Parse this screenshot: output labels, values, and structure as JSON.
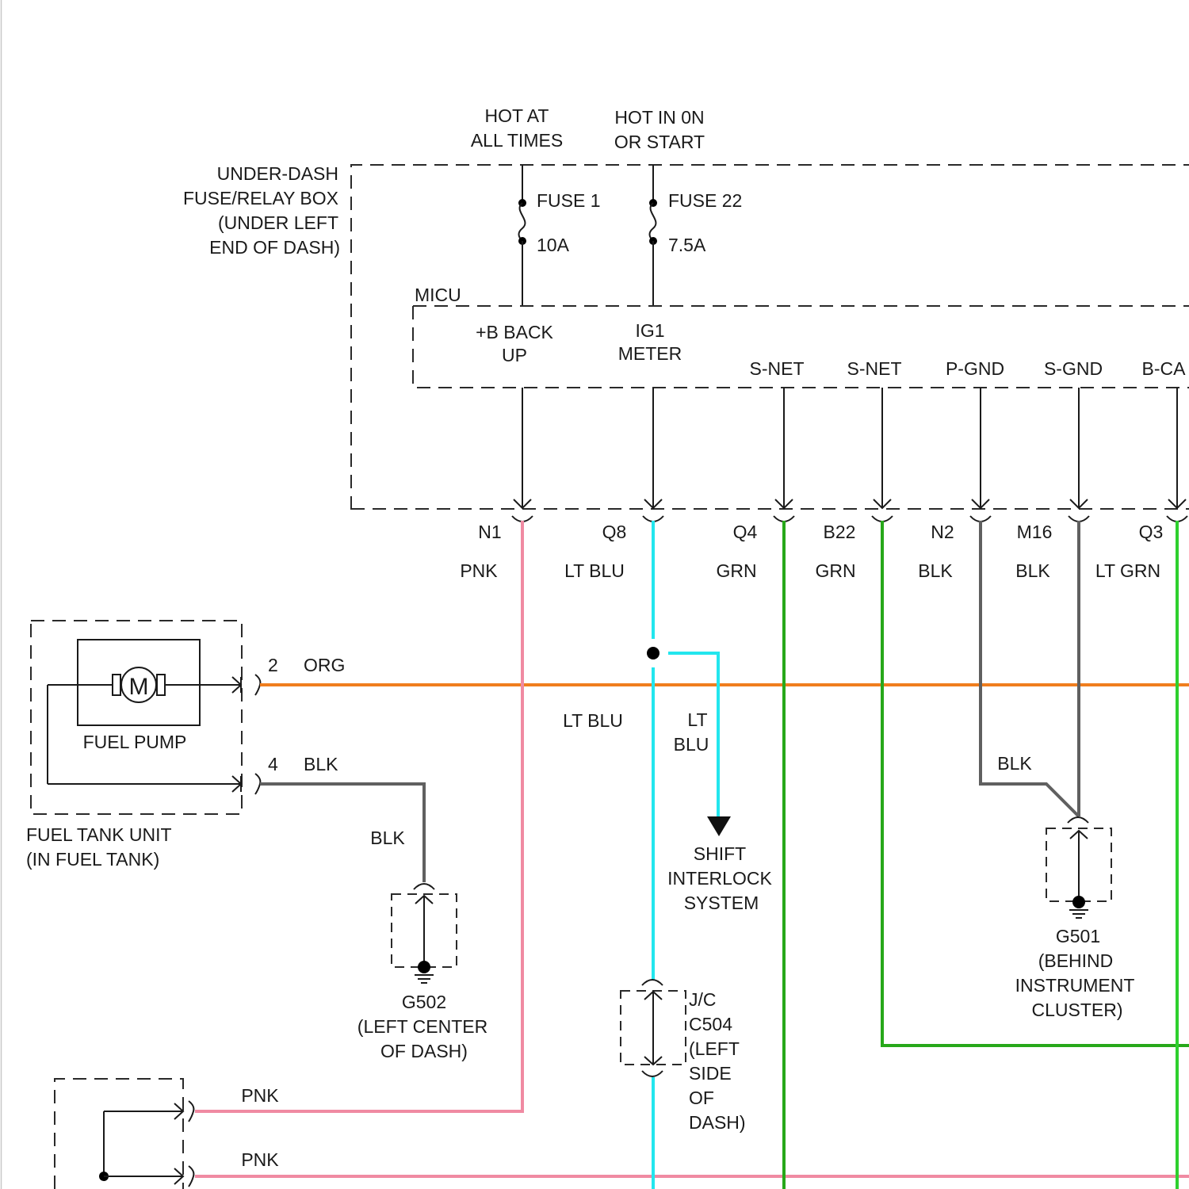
{
  "colors": {
    "pnk": "#f08aa2",
    "lt_blu": "#22e6ee",
    "grn": "#27a81a",
    "blk": "#606060",
    "org": "#f07e1e",
    "lt_grn": "#2ed02e"
  },
  "power": {
    "hot_at_all_times": [
      "HOT AT",
      "ALL TIMES"
    ],
    "hot_in_on": [
      "HOT IN 0N",
      "OR START"
    ]
  },
  "fuse_box": {
    "label": [
      "UNDER-DASH",
      "FUSE/RELAY BOX",
      "(UNDER LEFT",
      "END OF DASH)"
    ],
    "fuses": [
      {
        "name": "FUSE 1",
        "rating": "10A"
      },
      {
        "name": "FUSE 22",
        "rating": "7.5A"
      }
    ]
  },
  "micu": {
    "label": "MICU",
    "pins": [
      {
        "lines": [
          "+B BACK",
          "UP"
        ],
        "connector": "N1",
        "color_label": "PNK",
        "color_key": "pnk"
      },
      {
        "lines": [
          "IG1",
          "METER"
        ],
        "connector": "Q8",
        "color_label": "LT BLU",
        "color_key": "lt_blu"
      },
      {
        "lines": [
          "S-NET"
        ],
        "connector": "Q4",
        "color_label": "GRN",
        "color_key": "grn"
      },
      {
        "lines": [
          "S-NET"
        ],
        "connector": "B22",
        "color_label": "GRN",
        "color_key": "grn"
      },
      {
        "lines": [
          "P-GND"
        ],
        "connector": "N2",
        "color_label": "BLK",
        "color_key": "blk"
      },
      {
        "lines": [
          "S-GND"
        ],
        "connector": "M16",
        "color_label": "BLK",
        "color_key": "blk"
      },
      {
        "lines": [
          "B-CA"
        ],
        "connector": "Q3",
        "color_label": "LT GRN",
        "color_key": "lt_grn"
      }
    ]
  },
  "fuel_pump": {
    "motor_symbol": "M",
    "label": "FUEL PUMP",
    "unit_label": [
      "FUEL TANK UNIT",
      "(IN FUEL TANK)"
    ],
    "pin2": {
      "num": "2",
      "color": "ORG"
    },
    "pin4": {
      "num": "4",
      "color": "BLK"
    }
  },
  "wire_labels": {
    "g502_blk": "BLK",
    "lt_blu_main": "LT BLU",
    "lt_blu_branch": [
      "LT",
      "BLU"
    ],
    "g501_blk": "BLK",
    "pnk_1": "PNK",
    "pnk_2": "PNK"
  },
  "shift_interlock": [
    "SHIFT",
    "INTERLOCK",
    "SYSTEM"
  ],
  "g502": [
    "G502",
    "(LEFT CENTER",
    "OF DASH)"
  ],
  "g501": [
    "G501",
    "(BEHIND",
    "INSTRUMENT",
    "CLUSTER)"
  ],
  "jc": [
    "J/C",
    "C504",
    "(LEFT",
    "SIDE",
    "OF",
    "DASH)"
  ]
}
